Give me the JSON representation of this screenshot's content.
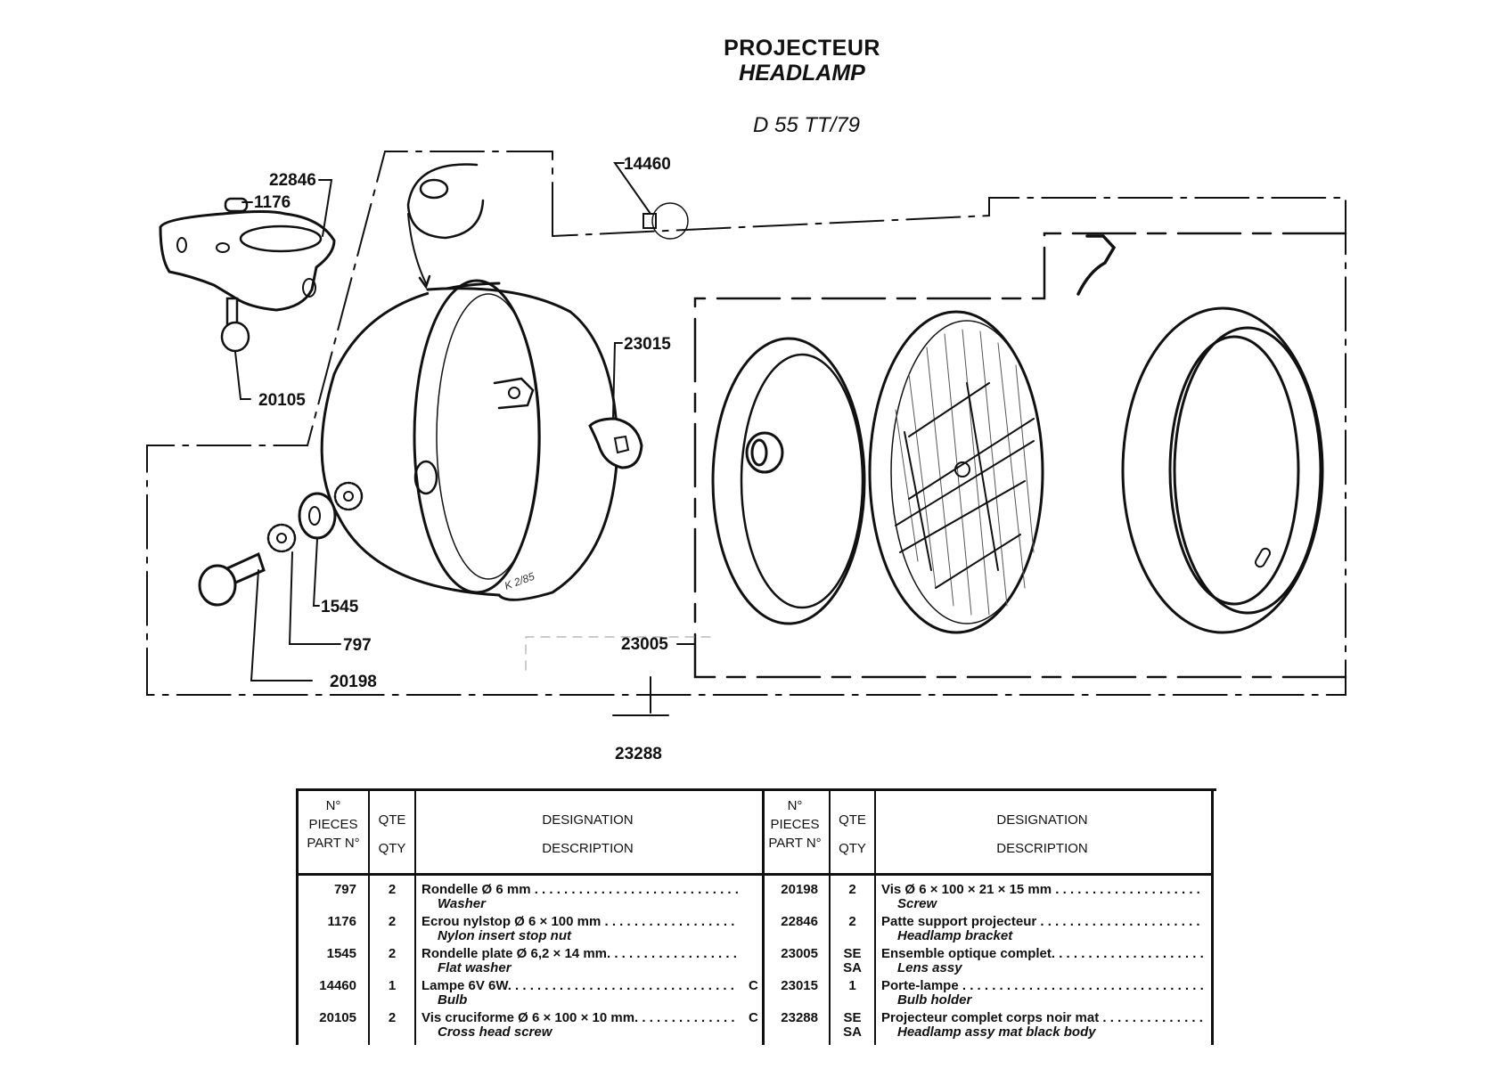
{
  "header": {
    "title_fr": "PROJECTEUR",
    "title_en": "HEADLAMP",
    "model": "D 55 TT/79"
  },
  "diagram": {
    "callouts": [
      {
        "part": "22846",
        "label": "22846"
      },
      {
        "part": "1176",
        "label": "1176"
      },
      {
        "part": "20105",
        "label": "20105"
      },
      {
        "part": "14460",
        "label": "14460"
      },
      {
        "part": "23015",
        "label": "23015"
      },
      {
        "part": "1545",
        "label": "1545"
      },
      {
        "part": "797",
        "label": "797"
      },
      {
        "part": "20198",
        "label": "20198"
      },
      {
        "part": "23005",
        "label": "23005"
      },
      {
        "part": "23288",
        "label": "23288"
      }
    ],
    "signature": "K 2/85"
  },
  "table": {
    "headers": {
      "part_fr": "N°",
      "part_fr2": "PIECES",
      "part_en": "PART N°",
      "qty_fr": "QTE",
      "qty_en": "QTY",
      "desc_fr": "DESIGNATION",
      "desc_en": "DESCRIPTION"
    },
    "left_rows": [
      {
        "part": "797",
        "qty": "2",
        "qty2": "",
        "fr": "Rondelle Ø 6 mm",
        "en": "Washer",
        "code": ""
      },
      {
        "part": "1176",
        "qty": "2",
        "qty2": "",
        "fr": "Ecrou nylstop Ø 6 × 100 mm",
        "en": "Nylon insert stop nut",
        "code": ""
      },
      {
        "part": "1545",
        "qty": "2",
        "qty2": "",
        "fr": "Rondelle plate Ø 6,2 × 14 mm.",
        "en": "Flat washer",
        "code": ""
      },
      {
        "part": "14460",
        "qty": "1",
        "qty2": "",
        "fr": "Lampe 6V 6W.",
        "en": "Bulb",
        "code": "C"
      },
      {
        "part": "20105",
        "qty": "2",
        "qty2": "",
        "fr": "Vis cruciforme Ø 6 × 100 × 10 mm.",
        "en": "Cross head screw",
        "code": "C"
      }
    ],
    "right_rows": [
      {
        "part": "20198",
        "qty": "2",
        "qty2": "",
        "fr": "Vis Ø 6 × 100 × 21 × 15 mm",
        "en": "Screw",
        "code": ""
      },
      {
        "part": "22846",
        "qty": "2",
        "qty2": "",
        "fr": "Patte support projecteur",
        "en": "Headlamp bracket",
        "code": ""
      },
      {
        "part": "23005",
        "qty": "SE",
        "qty2": "SA",
        "fr": "Ensemble optique complet.",
        "en": "Lens assy",
        "code": ""
      },
      {
        "part": "23015",
        "qty": "1",
        "qty2": "",
        "fr": "Porte-lampe",
        "en": "Bulb holder",
        "code": ""
      },
      {
        "part": "23288",
        "qty": "SE",
        "qty2": "SA",
        "fr": "Projecteur complet corps noir mat",
        "en": "Headlamp assy mat black body",
        "code": ""
      }
    ]
  }
}
